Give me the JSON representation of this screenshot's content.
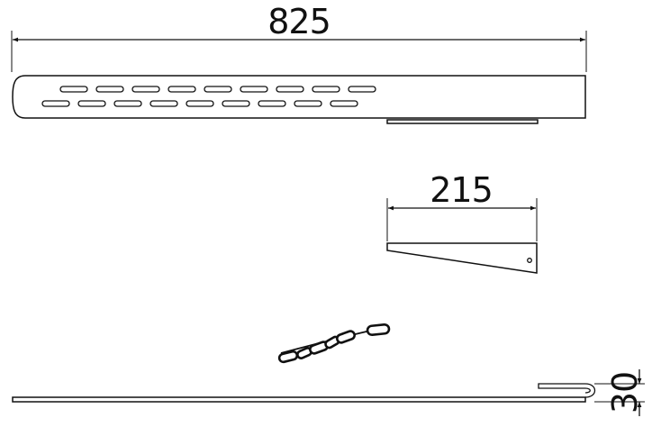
{
  "dimensions": {
    "rail_length": "825",
    "bracket_length": "215",
    "hook_height": "30"
  }
}
